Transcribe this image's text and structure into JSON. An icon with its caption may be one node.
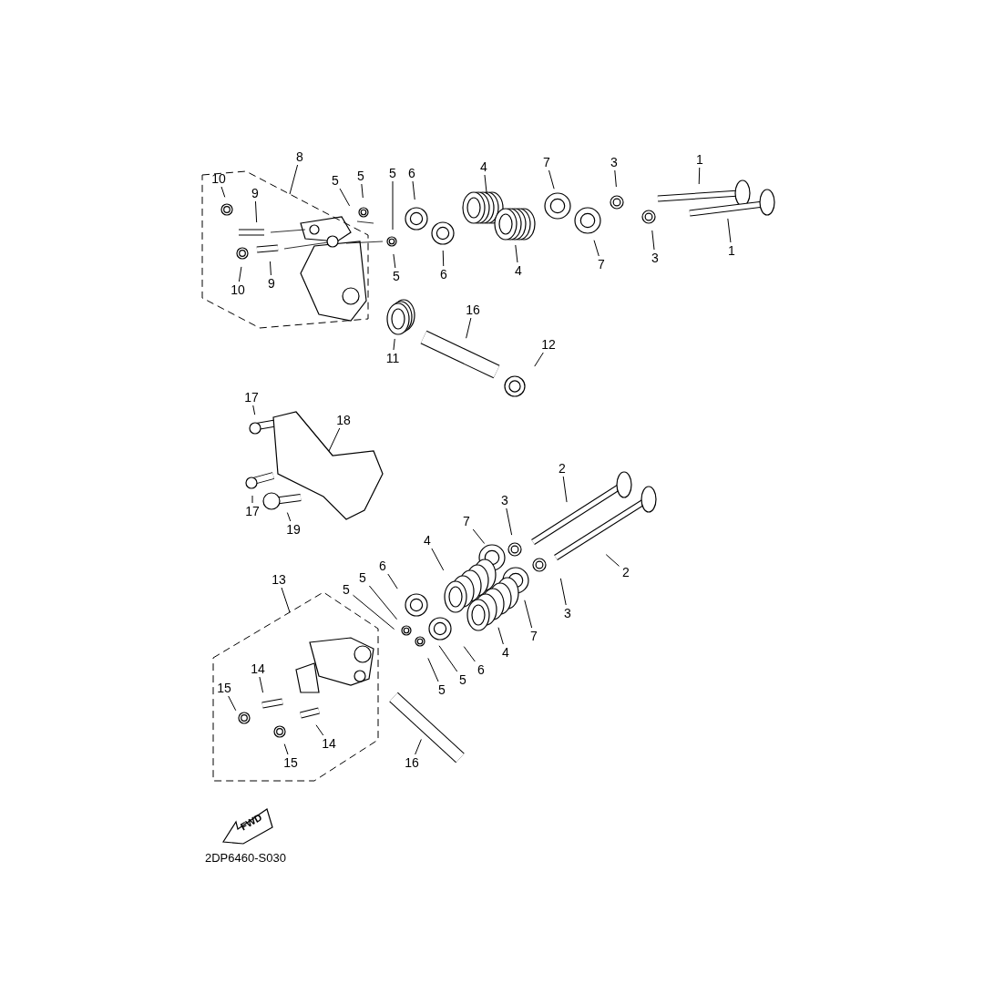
{
  "diagram": {
    "nodes": [
      {
        "text": [
          "8"
        ]
      },
      {
        "text": [
          "5"
        ]
      },
      {
        "text": [
          "5"
        ]
      },
      {
        "text": [
          "5"
        ]
      },
      {
        "text": [
          "6"
        ]
      },
      {
        "text": [
          "4"
        ]
      },
      {
        "text": [
          "7"
        ]
      },
      {
        "text": [
          "3"
        ]
      },
      {
        "text": [
          "1"
        ]
      },
      {
        "text": [
          "10"
        ],
        "in": 46
      },
      {
        "text": [
          "9"
        ],
        "in": 46
      },
      {
        "text": [
          "5"
        ]
      },
      {
        "text": [
          "6"
        ]
      },
      {
        "text": [
          "4"
        ]
      },
      {
        "text": [
          "7"
        ]
      },
      {
        "text": [
          "3"
        ]
      },
      {
        "text": [
          "1"
        ]
      },
      {
        "text": [
          "10"
        ],
        "in": 46
      },
      {
        "text": [
          "9"
        ],
        "in": 46
      },
      {
        "text": [
          "16"
        ]
      },
      {
        "text": [
          "11"
        ]
      },
      {
        "text": [
          "12"
        ]
      },
      {
        "text": [
          "17"
        ]
      },
      {
        "text": [
          "18"
        ]
      },
      {
        "text": [
          "17"
        ]
      },
      {
        "text": [
          "19"
        ]
      },
      {
        "text": [
          "2"
        ]
      },
      {
        "text": [
          "3"
        ]
      },
      {
        "text": [
          "7"
        ]
      },
      {
        "text": [
          "4"
        ]
      },
      {
        "text": [
          "6"
        ]
      },
      {
        "text": [
          "5"
        ]
      },
      {
        "text": [
          "5"
        ]
      },
      {
        "text": [
          "13"
        ]
      },
      {
        "text": [
          "2"
        ]
      },
      {
        "text": [
          "3"
        ]
      },
      {
        "text": [
          "7"
        ]
      },
      {
        "text": [
          "4"
        ]
      },
      {
        "text": [
          "6"
        ]
      },
      {
        "text": [
          "5"
        ]
      },
      {
        "text": [
          "5"
        ]
      },
      {
        "text": [
          "14"
        ],
        "in": 47
      },
      {
        "text": [
          "15"
        ],
        "in": 47
      },
      {
        "text": [
          "14"
        ],
        "in": 47
      },
      {
        "text": [
          "15"
        ],
        "in": 47
      },
      {
        "text": [
          "16"
        ]
      },
      {
        "text": [],
        "shape": "box"
      },
      {
        "text": [],
        "shape": "box"
      },
      {
        "text": [],
        "shape": "picture"
      }
    ],
    "edges": [
      {
        "from": 0,
        "to": 46,
        "arrow": "none"
      },
      {
        "from": 1,
        "to": null,
        "arrow": "none"
      },
      {
        "from": 2,
        "to": null,
        "arrow": "none"
      },
      {
        "from": 3,
        "to": null,
        "arrow": "none"
      },
      {
        "from": 4,
        "to": null,
        "arrow": "none"
      },
      {
        "from": 5,
        "to": null,
        "arrow": "none"
      },
      {
        "from": 6,
        "to": null,
        "arrow": "none"
      },
      {
        "from": 7,
        "to": null,
        "arrow": "none"
      },
      {
        "from": 8,
        "to": null,
        "arrow": "none"
      },
      {
        "from": 9,
        "to": null,
        "arrow": "none"
      },
      {
        "from": 10,
        "to": null,
        "arrow": "none"
      },
      {
        "from": 11,
        "to": null,
        "arrow": "none"
      },
      {
        "from": 12,
        "to": null,
        "arrow": "none"
      },
      {
        "from": 13,
        "to": null,
        "arrow": "none"
      },
      {
        "from": 14,
        "to": null,
        "arrow": "none"
      },
      {
        "from": 15,
        "to": null,
        "arrow": "none"
      },
      {
        "from": 16,
        "to": null,
        "arrow": "none"
      },
      {
        "from": 17,
        "to": null,
        "arrow": "none"
      },
      {
        "from": 18,
        "to": null,
        "arrow": "none"
      },
      {
        "from": 19,
        "to": null,
        "arrow": "none"
      },
      {
        "from": 20,
        "to": null,
        "arrow": "none"
      },
      {
        "from": 21,
        "to": null,
        "arrow": "none"
      },
      {
        "from": 22,
        "to": null,
        "arrow": "none"
      },
      {
        "from": 23,
        "to": 48,
        "arrow": "none"
      },
      {
        "from": 24,
        "to": null,
        "arrow": "none"
      },
      {
        "from": 25,
        "to": null,
        "arrow": "none"
      },
      {
        "from": 26,
        "to": null,
        "arrow": "none"
      },
      {
        "from": 27,
        "to": null,
        "arrow": "none"
      },
      {
        "from": 28,
        "to": null,
        "arrow": "none"
      },
      {
        "from": 29,
        "to": null,
        "arrow": "none"
      },
      {
        "from": 30,
        "to": null,
        "arrow": "none"
      },
      {
        "from": 31,
        "to": null,
        "arrow": "none"
      },
      {
        "from": 32,
        "to": null,
        "arrow": "none"
      },
      {
        "from": 33,
        "to": 47,
        "arrow": "none"
      },
      {
        "from": 34,
        "to": null,
        "arrow": "none"
      },
      {
        "from": 35,
        "to": null,
        "arrow": "none"
      },
      {
        "from": 36,
        "to": null,
        "arrow": "none"
      },
      {
        "from": 37,
        "to": null,
        "arrow": "none"
      },
      {
        "from": 38,
        "to": null,
        "arrow": "none"
      },
      {
        "from": 39,
        "to": null,
        "arrow": "none"
      },
      {
        "from": 40,
        "to": null,
        "arrow": "none"
      },
      {
        "from": 41,
        "to": null,
        "arrow": "none"
      },
      {
        "from": 42,
        "to": null,
        "arrow": "none"
      },
      {
        "from": 43,
        "to": null,
        "arrow": "none"
      },
      {
        "from": 44,
        "to": null,
        "arrow": "none"
      },
      {
        "from": 45,
        "to": null,
        "arrow": "none"
      }
    ],
    "labels": [
      "FWD",
      "2DP6460-S030"
    ]
  }
}
